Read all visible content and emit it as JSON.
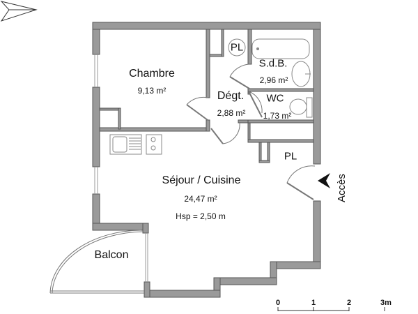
{
  "compass": {
    "label": "N",
    "icon": "north-arrow-icon"
  },
  "rooms": [
    {
      "id": "chambre",
      "name": "Chambre",
      "area": "9,13 m²"
    },
    {
      "id": "degt",
      "name": "Dégt.",
      "area": "2,88 m²"
    },
    {
      "id": "sdb",
      "name": "S.d.B.",
      "area": "2,96 m²"
    },
    {
      "id": "wc",
      "name": "WC",
      "area": "1,73 m²"
    },
    {
      "id": "sejour",
      "name": "Séjour / Cuisine",
      "area": "24,47 m²",
      "ceiling": "Hsp = 2,50 m"
    },
    {
      "id": "balcon",
      "name": "Balcon"
    }
  ],
  "closets": [
    {
      "id": "pl-circle",
      "label": "PL"
    },
    {
      "id": "pl-entry",
      "label": "PL"
    }
  ],
  "entrance": {
    "label": "Accès",
    "icon": "entrance-arrow-icon"
  },
  "scale_bar": {
    "ticks": [
      "0",
      "1",
      "2",
      "3m"
    ]
  },
  "colors": {
    "wall_fill": "#9a9a9a",
    "wall_stroke": "#555555",
    "fixture": "#888888"
  }
}
